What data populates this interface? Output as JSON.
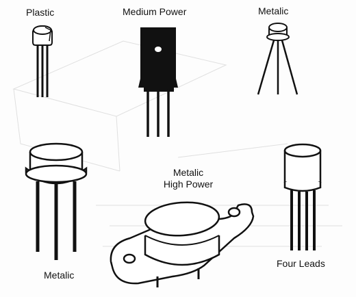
{
  "labels": {
    "plastic": "Plastic",
    "medium_power": "Medium Power",
    "metalic_top": "Metalic",
    "metalic_bottom": "Metalic",
    "metalic_high_power_line1": "Metalic",
    "metalic_high_power_line2": "High Power",
    "four_leads": "Four Leads"
  },
  "colors": {
    "ink": "#111111",
    "background": "#fdfdfd",
    "faint_background_print": "#d8d8d8"
  }
}
